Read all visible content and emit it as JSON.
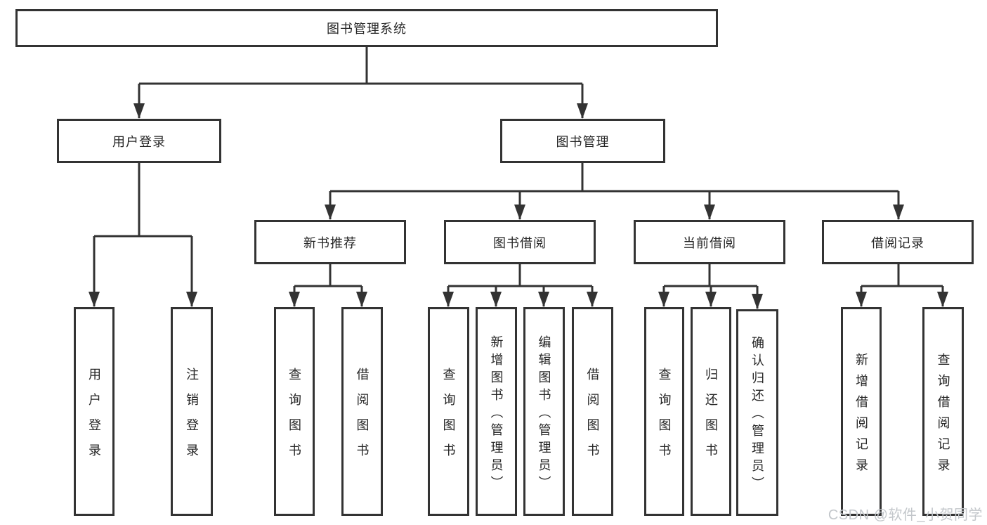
{
  "diagram": {
    "root": {
      "label": "图书管理系统"
    },
    "branches": [
      {
        "label": "用户登录",
        "children": [
          {
            "label": "用户登录"
          },
          {
            "label": "注销登录"
          }
        ]
      },
      {
        "label": "图书管理",
        "children": [
          {
            "label": "新书推荐",
            "children": [
              {
                "label": "查询图书"
              },
              {
                "label": "借阅图书"
              }
            ]
          },
          {
            "label": "图书借阅",
            "children": [
              {
                "label": "查询图书"
              },
              {
                "label": "新增图书（管理员）"
              },
              {
                "label": "编辑图书（管理员）"
              },
              {
                "label": "借阅图书"
              }
            ]
          },
          {
            "label": "当前借阅",
            "children": [
              {
                "label": "查询图书"
              },
              {
                "label": "归还图书"
              },
              {
                "label": "确认归还（管理员）"
              }
            ]
          },
          {
            "label": "借阅记录",
            "children": [
              {
                "label": "新增借阅记录"
              },
              {
                "label": "查询借阅记录"
              }
            ]
          }
        ]
      }
    ]
  },
  "watermark": {
    "text": "CSDN @软件_小贺同学",
    "color": "#c3c7cb"
  },
  "colors": {
    "line": "#333333",
    "border": "#333333",
    "text": "#262626",
    "background": "#ffffff"
  }
}
